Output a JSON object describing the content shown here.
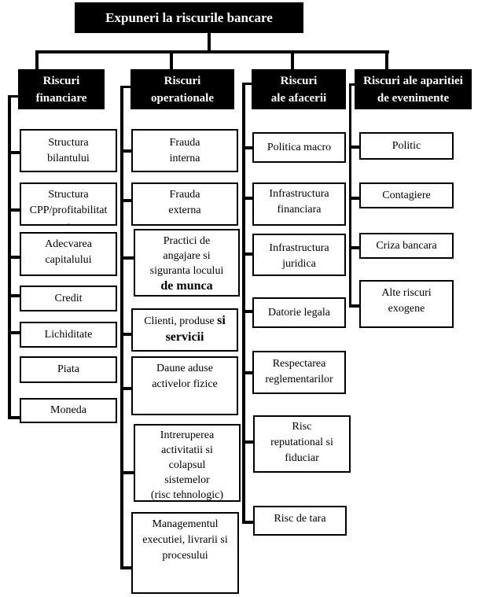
{
  "title": "Expuneri la riscurile bancare",
  "columns": [
    {
      "header": [
        "Riscuri",
        "financiare"
      ],
      "items": [
        [
          "Structura",
          "bilantului"
        ],
        [
          "Structura",
          "CPP/profitabilitat",
          "e"
        ],
        [
          "Adecvarea",
          "capitalului"
        ],
        [
          "Credit"
        ],
        [
          "Lichiditate"
        ],
        [
          "Piata"
        ],
        [
          "Moneda"
        ]
      ]
    },
    {
      "header": [
        "Riscuri",
        "operationale"
      ],
      "items": [
        [
          "Frauda",
          "interna"
        ],
        [
          "Frauda",
          "externa"
        ],
        [
          "Practici de",
          "angajare si",
          "siguranta locului",
          "de munca"
        ],
        [
          "Clienti, produse",
          "si",
          "servicii"
        ],
        [
          "Daune aduse",
          "activelor fizice"
        ],
        [
          "Intreruperea",
          "activitatii si",
          "colapsul",
          "sistemelor",
          "(risc tehnologic)"
        ],
        [
          "Managementul",
          "executiei, livrarii si",
          "procesului"
        ]
      ]
    },
    {
      "header": [
        "Riscuri",
        "ale afacerii"
      ],
      "items": [
        [
          "Politica macro"
        ],
        [
          "Infrastructura",
          "financiara"
        ],
        [
          "Infrastructura",
          "juridica"
        ],
        [
          "Datorie legala"
        ],
        [
          "Respectarea",
          "reglementarilor"
        ],
        [
          "Risc",
          "reputational si",
          "fiduciar"
        ],
        [
          "Risc de tara"
        ]
      ]
    },
    {
      "header": [
        "Riscuri ale aparitiei",
        "de evenimente"
      ],
      "items": [
        [
          "Politic"
        ],
        [
          "Contagiere"
        ],
        [
          "Criza bancara"
        ],
        [
          "Alte riscuri",
          "exogene"
        ]
      ]
    }
  ]
}
